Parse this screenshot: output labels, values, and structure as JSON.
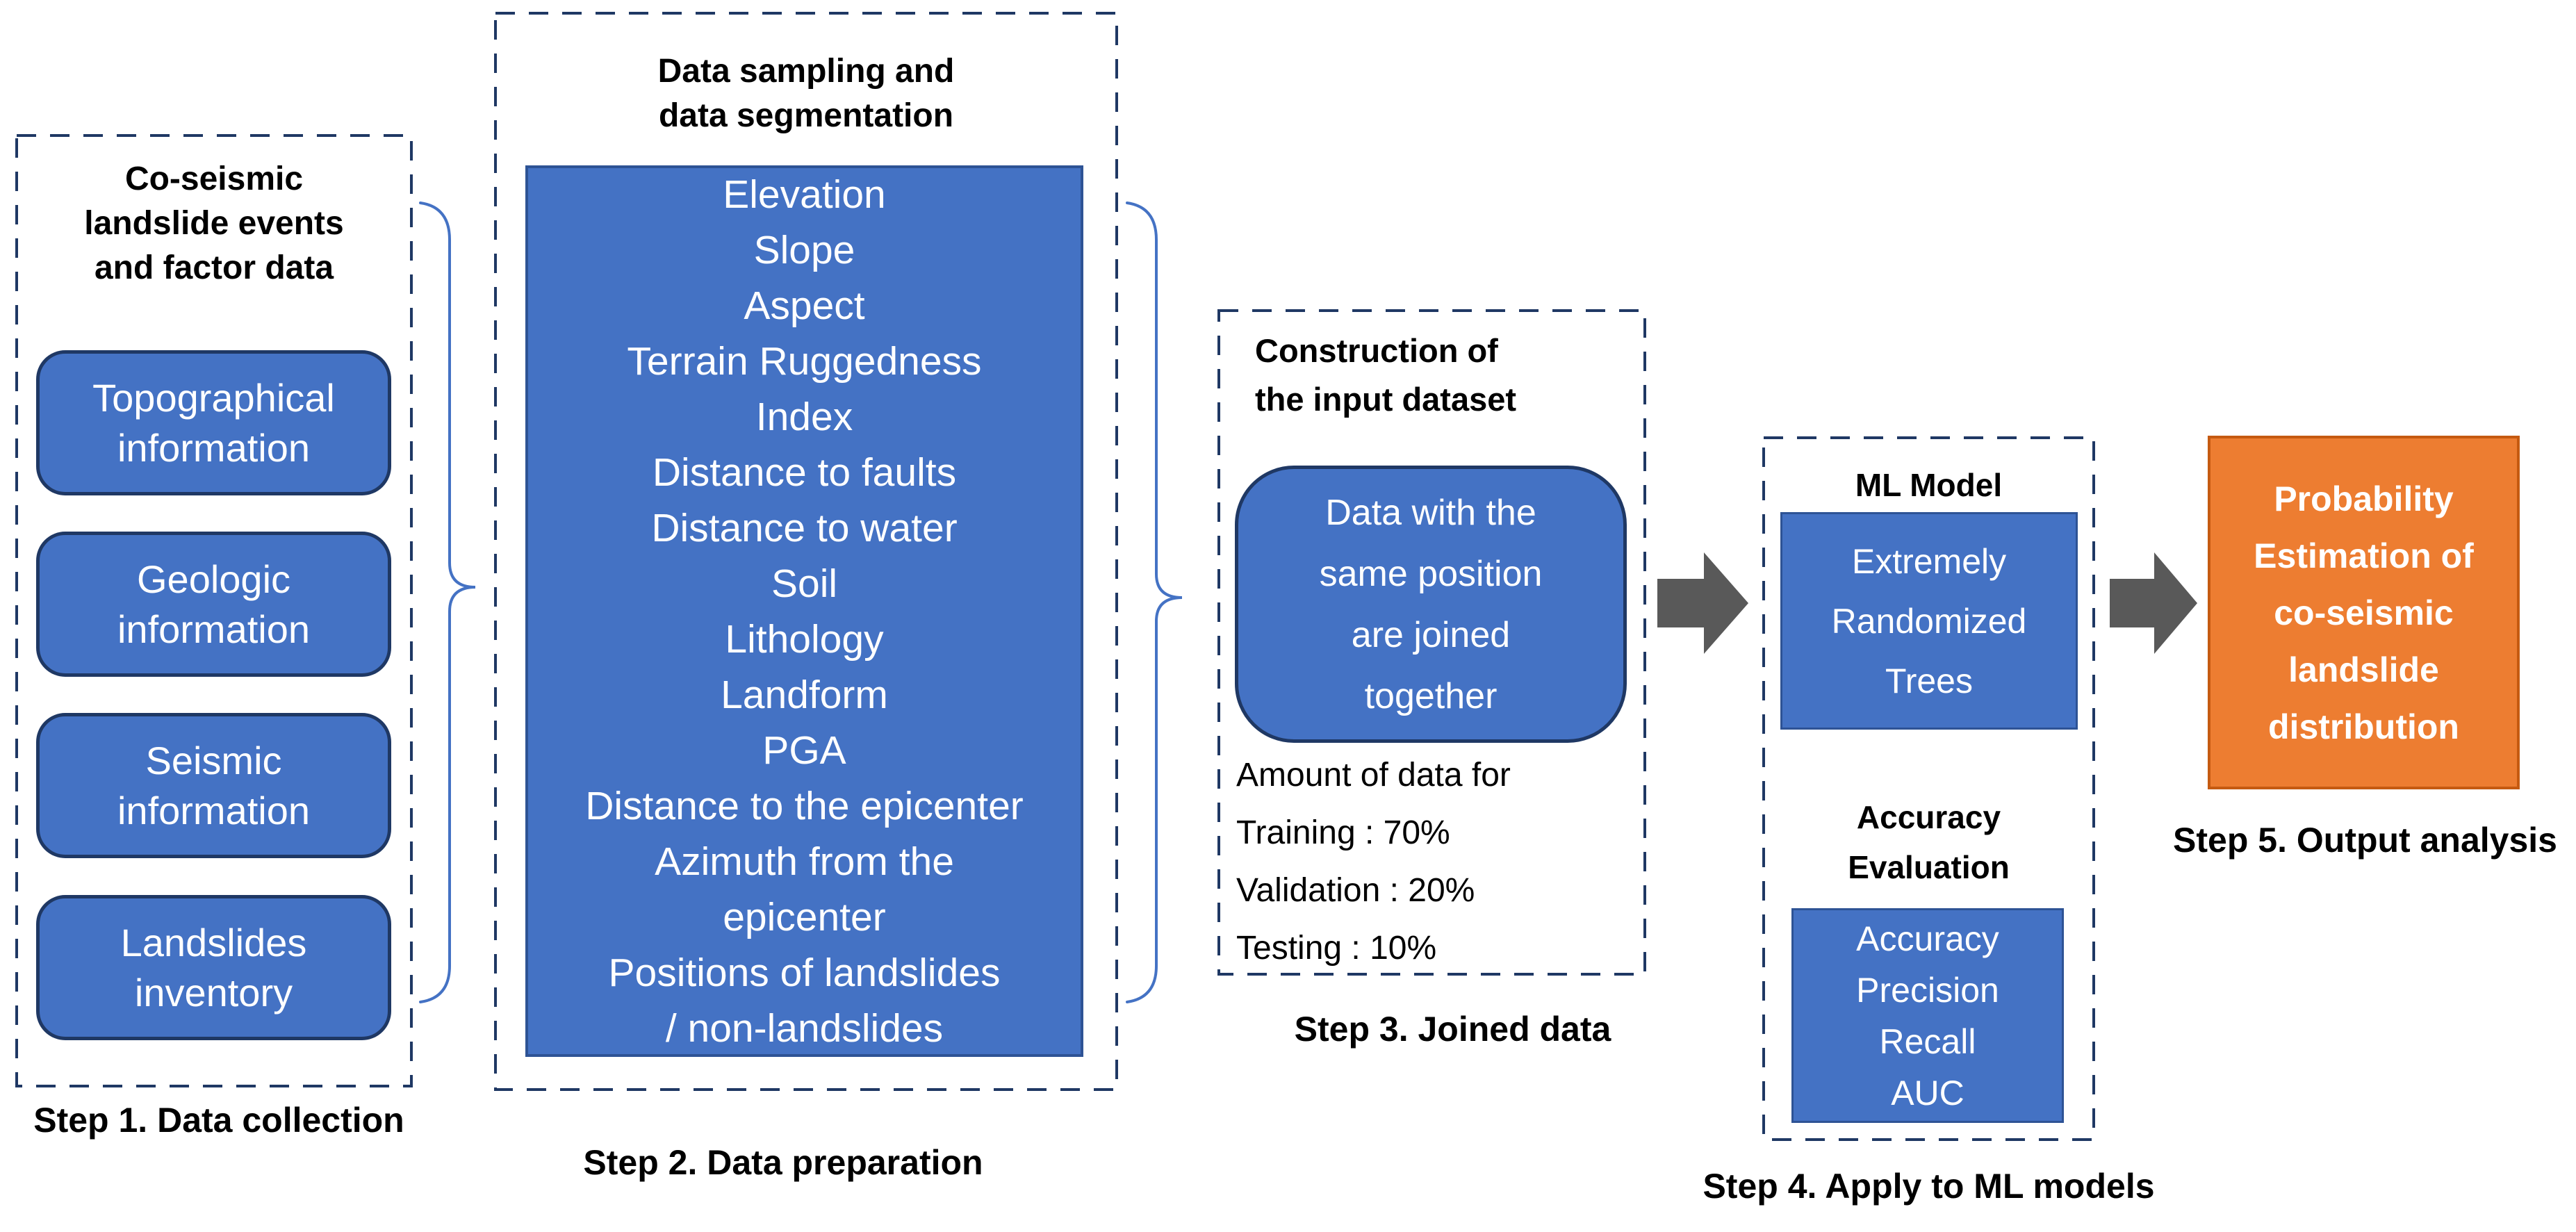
{
  "colors": {
    "blue_fill": "#4472C4",
    "dark_navy_border": "#1F3864",
    "rect_border": "#2E5395",
    "dashed_border": "#1F3864",
    "arrow_gray": "#595959",
    "orange_fill": "#ED7D31",
    "orange_border": "#C55A11",
    "brace_blue": "#4472C4",
    "text_white": "#FFFFFF",
    "text_black": "#000000"
  },
  "step1": {
    "title": "Co-seismic\nlandslide events\nand factor data",
    "boxes": [
      {
        "label": "Topographical\ninformation"
      },
      {
        "label": "Geologic\ninformation"
      },
      {
        "label": "Seismic\ninformation"
      },
      {
        "label": "Landslides\ninventory"
      }
    ],
    "caption": "Step 1. Data collection"
  },
  "step2": {
    "title": "Data sampling and\ndata segmentation",
    "factors": "Elevation\nSlope\nAspect\nTerrain Ruggedness\nIndex\nDistance to faults\nDistance to water\nSoil\nLithology\nLandform\nPGA\nDistance to the epicenter\nAzimuth from the\nepicenter\nPositions of landslides\n/ non-landslides",
    "caption": "Step 2. Data preparation"
  },
  "step3": {
    "title": "Construction of\nthe input dataset",
    "box": "Data with the\nsame position\nare joined\ntogether",
    "amounts": "Amount of data for\nTraining : 70%\nValidation : 20%\nTesting : 10%",
    "caption": "Step 3. Joined data"
  },
  "step4": {
    "ml_title": "ML Model",
    "ml_box": "Extremely\nRandomized\nTrees",
    "acc_title": "Accuracy\nEvaluation",
    "acc_box": "Accuracy\nPrecision\nRecall\nAUC",
    "caption": "Step 4. Apply to ML models"
  },
  "step5": {
    "box": "Probability\nEstimation of\nco-seismic\nlandslide\ndistribution",
    "caption": "Step 5. Output analysis"
  }
}
